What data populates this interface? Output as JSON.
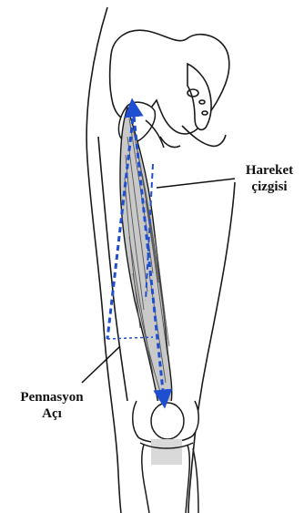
{
  "labels": {
    "motion_line": [
      "Hareket",
      "çizgisi"
    ],
    "pennation_angle": [
      "Pennasyon",
      "Açı"
    ]
  },
  "colors": {
    "arrow": "#1f4fd1",
    "outline": "#1a1a1a",
    "muscle_fill": "#c9c9c9",
    "muscle_fiber": "#555555",
    "bone_fill": "#ffffff",
    "cartilage_fill": "#d9d9d9"
  }
}
